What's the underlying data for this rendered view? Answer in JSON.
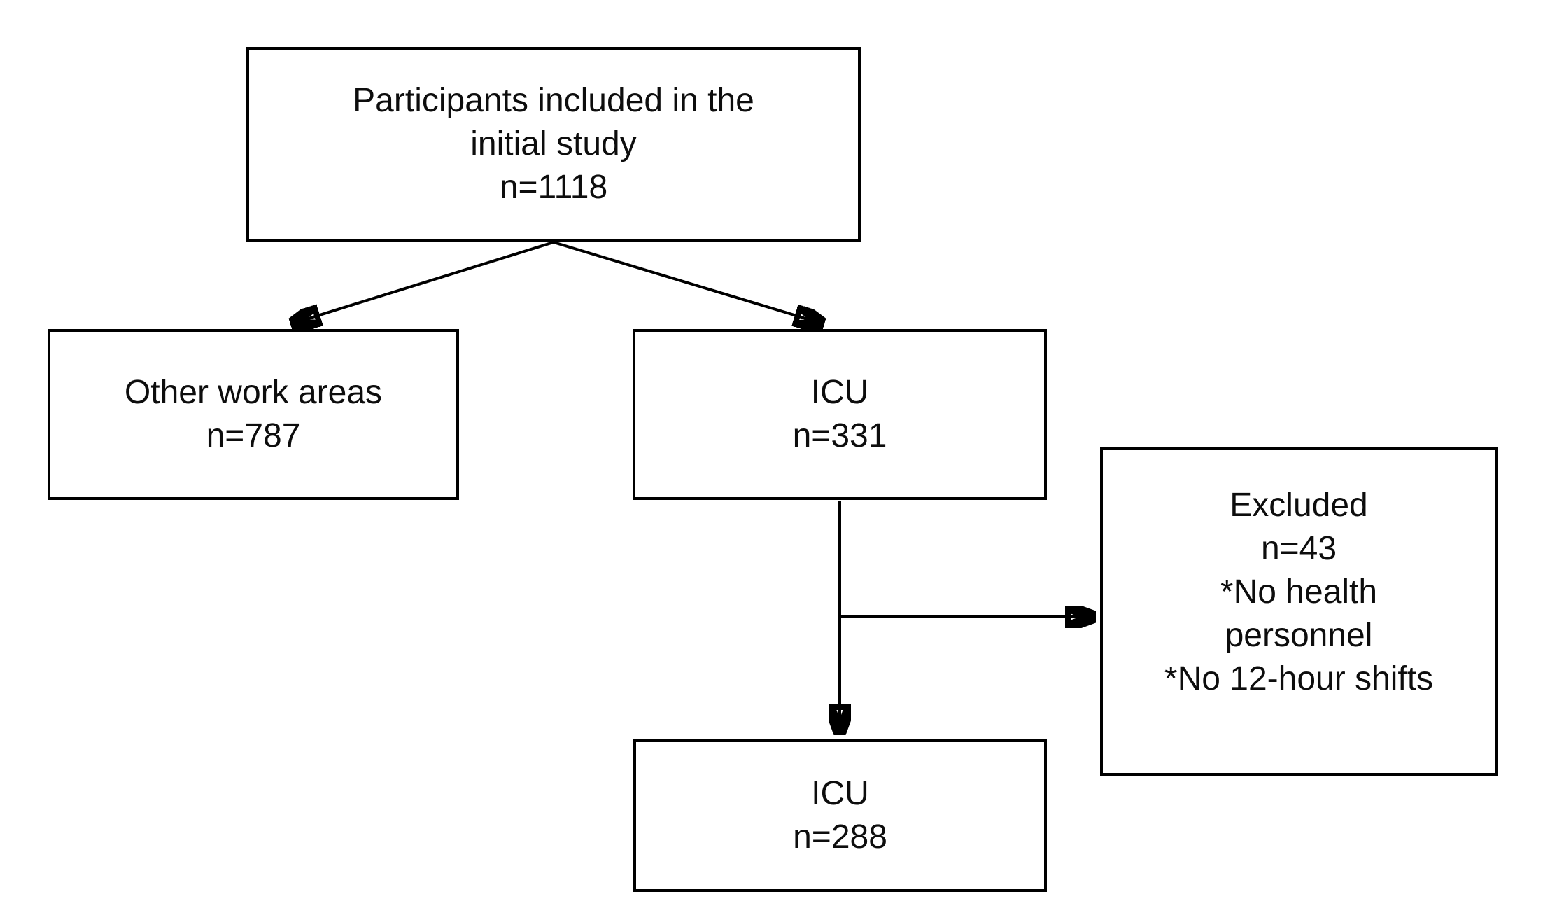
{
  "diagram": {
    "type": "flowchart",
    "colors": {
      "line": "#000000",
      "text": "#0d0d0d",
      "background": "#ffffff"
    },
    "nodes": {
      "initial": {
        "lines": [
          "Participants included in the",
          "initial study",
          "n=1118"
        ]
      },
      "other": {
        "lines": [
          "Other work areas",
          "n=787"
        ]
      },
      "icu_initial": {
        "lines": [
          "ICU",
          "n=331"
        ]
      },
      "excluded": {
        "lines": [
          "Excluded",
          "n=43",
          "*No health",
          "personnel",
          "*No 12-hour shifts"
        ]
      },
      "icu_final": {
        "lines": [
          "ICU",
          "n=288"
        ]
      }
    }
  }
}
